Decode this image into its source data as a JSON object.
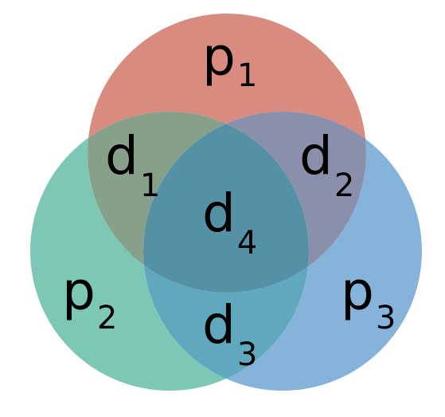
{
  "colors": {
    "p1": "#d98b80",
    "p2": "#7dc7b5",
    "p3": "#86b3d9",
    "d1": "#86a08a",
    "d2": "#8a90ab",
    "d3": "#5fa8be",
    "d4": "#5591a5"
  },
  "regions": {
    "p1": {
      "base": "p",
      "sub": "1"
    },
    "p2": {
      "base": "p",
      "sub": "2"
    },
    "p3": {
      "base": "p",
      "sub": "3"
    },
    "d1": {
      "base": "d",
      "sub": "1"
    },
    "d2": {
      "base": "d",
      "sub": "2"
    },
    "d3": {
      "base": "d",
      "sub": "3"
    },
    "d4": {
      "base": "d",
      "sub": "4"
    }
  }
}
